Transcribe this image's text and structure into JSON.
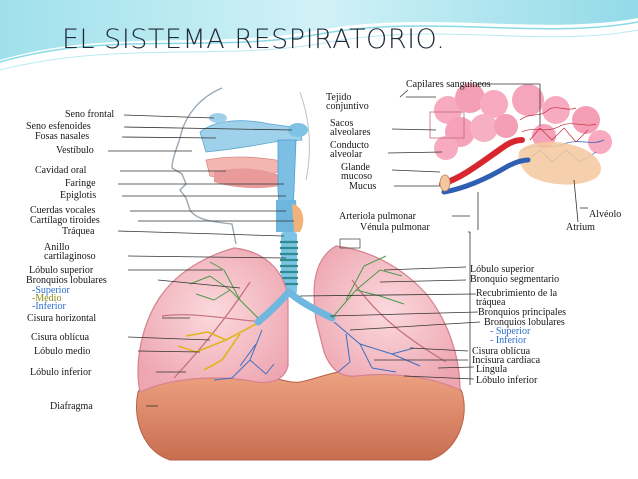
{
  "title": "EL SISTEMA RESPIRATORIO.",
  "colors": {
    "wave": "#4fc3d9",
    "airway": "#69b7dc",
    "lung": "#f4b9c0",
    "lung_edge": "#d98a96",
    "diaphragm": "#d9805f",
    "alveoli": "#f6a8bd",
    "artery": "#d8262f",
    "vein": "#2f5fb2"
  },
  "labels": {
    "left": {
      "seno_frontal": "Seno frontal",
      "seno_esfenoides": "Seno esfenoides",
      "fosas_nasales": "Fosas nasales",
      "vestibulo": "Vestíbulo",
      "cavidad_oral": "Cavidad oral",
      "faringe": "Faringe",
      "epiglotis": "Epiglotis",
      "cuerdas_vocales": "Cuerdas vocales",
      "cartilago_tiroides": "Cartílago tiroides",
      "traquea": "Tráquea",
      "anillo": "Anillo",
      "cartilaginoso": "cartilaginoso",
      "lobulo_superior": "Lóbulo superior",
      "bronquios_lobulares": "Bronquios lobulares",
      "lob_superior": "-Superior",
      "lob_medio": "-Medio",
      "lob_inferior": "-Inferior",
      "cisura_horizontal": "Cisura horizontal",
      "cisura_oblicua": "Cisura oblícua",
      "lobulo_medio": "Lóbulo medio",
      "lobulo_inferior": "Lóbulo inferior",
      "diafragma": "Diafragma"
    },
    "right": {
      "capilares": "Capilares sanguíneos",
      "tejido": "Tejido",
      "conjuntivo": "conjuntivo",
      "sacos": "Sacos",
      "alveolares": "alveolares",
      "conducto": "Conducto",
      "alveolar": "alveolar",
      "glande": "Glande",
      "mucoso": "mucoso",
      "mucus": "Mucus",
      "arteriola": "Arteriola pulmonar",
      "venula": "Vénula pulmonar",
      "alveolo": "Alvéolo",
      "atrium": "Atrium",
      "lobulo_superior": "Lóbulo superior",
      "bronquio_segmentario": "Bronquio segmentario",
      "recubrimiento": "Recubrimiento de la",
      "traquea": "tráquea",
      "bronquios_principales": "Bronquios principales",
      "bronquios_lobulares": "Bronquios lobulares",
      "lob_superior": "- Superior",
      "lob_inferior": "- Inferior",
      "cisura_oblicua": "Cisura oblícua",
      "incisura_cardiaca": "Incisura cardíaca",
      "lingula": "Língula",
      "lobulo_inferior": "Lóbulo inferior"
    }
  }
}
